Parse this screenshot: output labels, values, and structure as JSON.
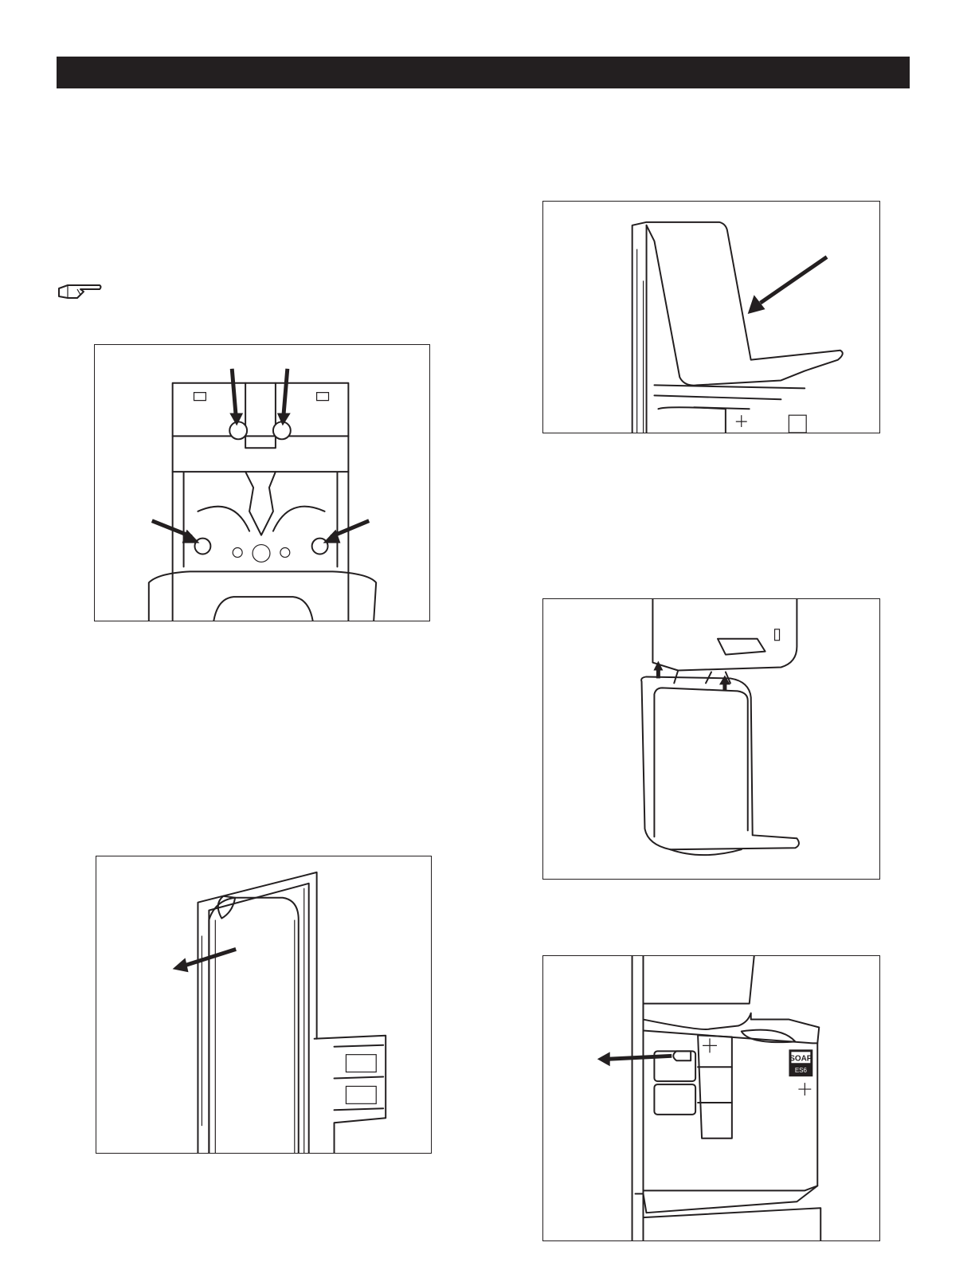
{
  "header": {
    "title": ""
  },
  "note_icon": "pointing-hand-icon",
  "figures": {
    "wall_mount": {
      "icon": "mounting-holes-diagram"
    },
    "liner_removal": {
      "icon": "peel-liner-diagram"
    },
    "cover_insert": {
      "icon": "cover-insert-diagram"
    },
    "drip_tray": {
      "icon": "drip-tray-attach-diagram"
    },
    "battery": {
      "icon": "battery-compartment-diagram",
      "soap_label": "SOAP",
      "soap_sublabel": "ES6"
    }
  }
}
